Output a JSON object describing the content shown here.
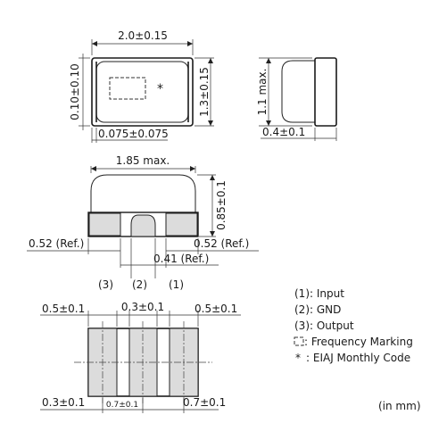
{
  "top_view": {
    "length": "2.0±0.15",
    "width": "1.3±0.15",
    "terminal_gap": "0.10±0.10",
    "terminal_edge": "0.075±0.075",
    "marking_symbol": "*"
  },
  "side_view": {
    "height": "1.1 max.",
    "terminal_length": "0.4±0.1"
  },
  "front_view": {
    "length": "1.85 max.",
    "height": "0.85±0.1",
    "ref_left": "0.52 (Ref.)",
    "ref_right": "0.52 (Ref.)",
    "ref_center": "0.41 (Ref.)",
    "pin3": "(3)",
    "pin2": "(2)",
    "pin1": "(1)"
  },
  "bottom_view": {
    "top_left": "0.5±0.1",
    "top_center": "0.3±0.1",
    "top_right": "0.5±0.1",
    "bottom_left": "0.3±0.1",
    "bottom_center": "0.7±0.1",
    "bottom_right": "0.7±0.1"
  },
  "legend": {
    "items": [
      "(1): Input",
      "(2): GND",
      "(3): Output",
      ": Frequency Marking",
      ": EIAJ Monthly Code"
    ],
    "asterisk": "*"
  },
  "unit_note": "(in mm)"
}
